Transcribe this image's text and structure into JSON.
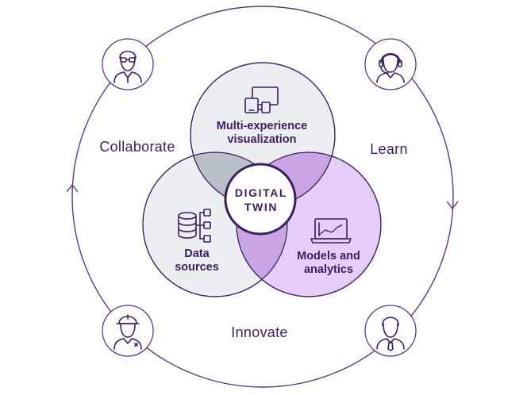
{
  "colors": {
    "ink": "#3a1f5c",
    "orbit": "#5b3b7a",
    "circle_top": "#eceef2",
    "circle_left": "#eceef2",
    "circle_right": "#e6cdf7",
    "overlap_grey": "#b9bfc9",
    "overlap_purple": "#c9a5e6",
    "core": "#ffffff"
  },
  "phases": {
    "collaborate": "Collaborate",
    "learn": "Learn",
    "innovate": "Innovate"
  },
  "circles": {
    "top": {
      "line1": "Multi-experience",
      "line2": "visualization",
      "icon": "devices-icon"
    },
    "left": {
      "line1": "Data",
      "line2": "sources",
      "icon": "database-icon"
    },
    "right": {
      "line1": "Models and",
      "line2": "analytics",
      "icon": "laptop-chart-icon"
    }
  },
  "core": {
    "line1": "DIGITAL",
    "line2": "TWIN"
  },
  "personas": [
    {
      "role": "collaborator",
      "icon": "person-glasses-icon"
    },
    {
      "role": "learner",
      "icon": "person-headset-icon"
    },
    {
      "role": "innovator-worker",
      "icon": "person-hardhat-icon"
    },
    {
      "role": "innovator-business",
      "icon": "person-tie-icon"
    }
  ]
}
